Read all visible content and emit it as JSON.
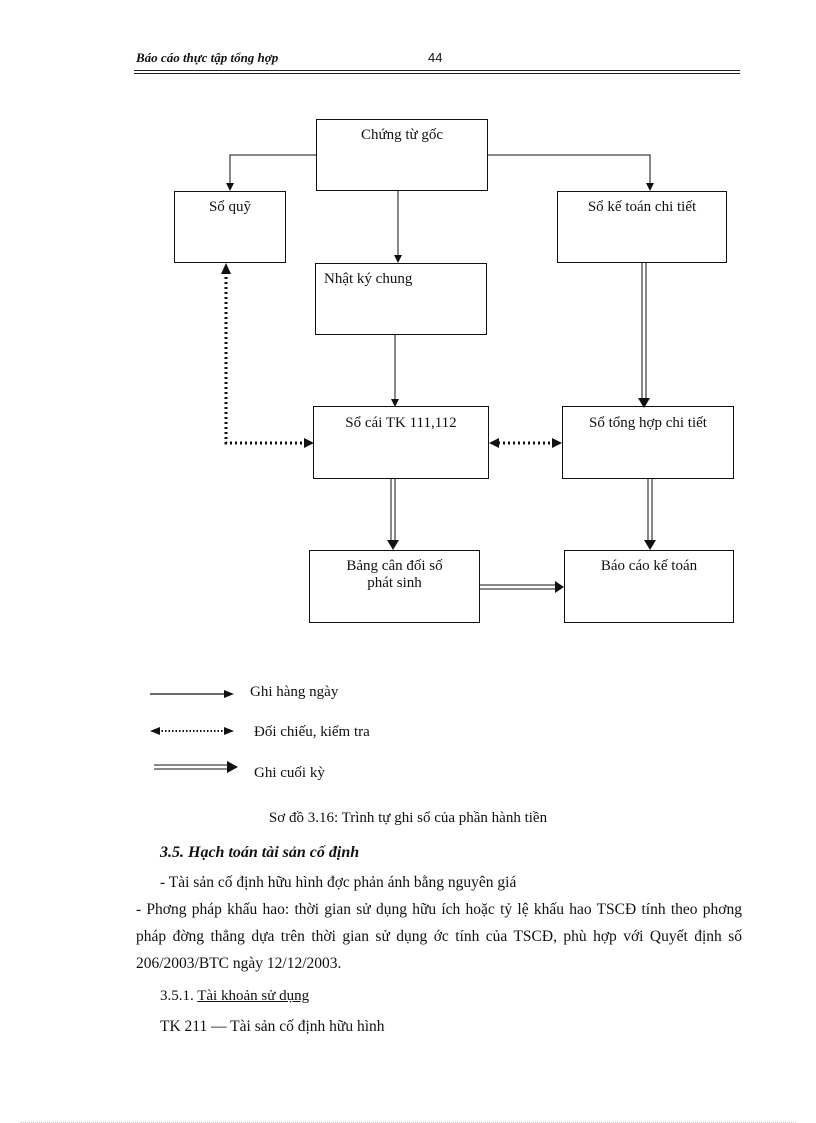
{
  "header": {
    "title": "Báo cáo thực tập tổng hợp",
    "page_number": "44"
  },
  "diagram": {
    "boxes": {
      "chung_tu_goc": "Chứng từ gốc",
      "so_quy": "Sổ quỹ",
      "so_ke_toan_chi_tiet": "Sổ kế toán chi tiết",
      "nhat_ky_chung": "Nhật ký chung",
      "so_cai": "Sổ cái TK 111,112",
      "so_tong_hop_chi_tiet": "Sổ tổng hợp chi tiết",
      "bang_can_doi": "Bảng cân đối số phát sinh",
      "bao_cao_ke_toan": "Báo cáo kế toán"
    },
    "legend": {
      "daily": "Ghi hàng ngày",
      "check": "Đối chiếu, kiểm tra",
      "period_end": "Ghi cuối kỳ"
    },
    "caption": "Sơ đồ 3.16: Trình tự ghi sổ của phần hành tiền"
  },
  "content": {
    "section_heading": "3.5. Hạch toán tài sản cố định",
    "para1": "- Tài sản cố định hữu hình đợc  phản ánh bằng nguyên giá",
    "para2": "- Phơng  pháp khấu hao: thời gian sử dụng hữu ích hoặc tỷ lệ khấu hao TSCĐ tính theo phơng  pháp đờng  thẳng dựa trên thời gian sử dụng ớc  tính của TSCĐ, phù hợp với Quyết định số 206/2003/BTC ngày 12/12/2003.",
    "sub_number": "3.5.1.",
    "sub_title": "Tài khoản sử dụng",
    "tk_line": "TK 211 — Tài sản cố định hữu hình"
  }
}
